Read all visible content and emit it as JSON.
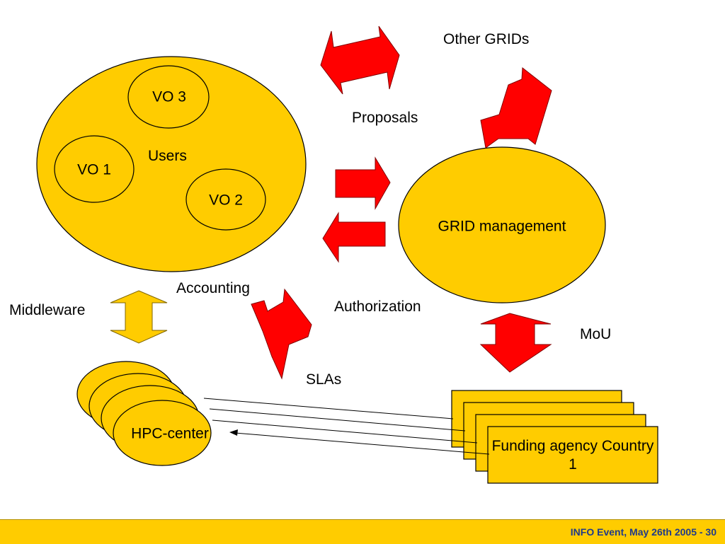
{
  "labels": {
    "other_grids": "Other GRIDs",
    "proposals": "Proposals",
    "users": "Users",
    "vo1": "VO 1",
    "vo2": "VO 2",
    "vo3": "VO 3",
    "grid_management": "GRID management",
    "accounting": "Accounting",
    "middleware": "Middleware",
    "authorization": "Authorization",
    "mou": "MoU",
    "slas": "SLAs",
    "hpc_center": "HPC-center",
    "funding_agency": "Funding agency Country 1"
  },
  "footer": {
    "text": "INFO Event, May 26th 2005  - 30"
  },
  "colors": {
    "fill_yellow": "#ffcc00",
    "arrow_red": "#ff0000",
    "footer_text": "#1f3a8a"
  }
}
